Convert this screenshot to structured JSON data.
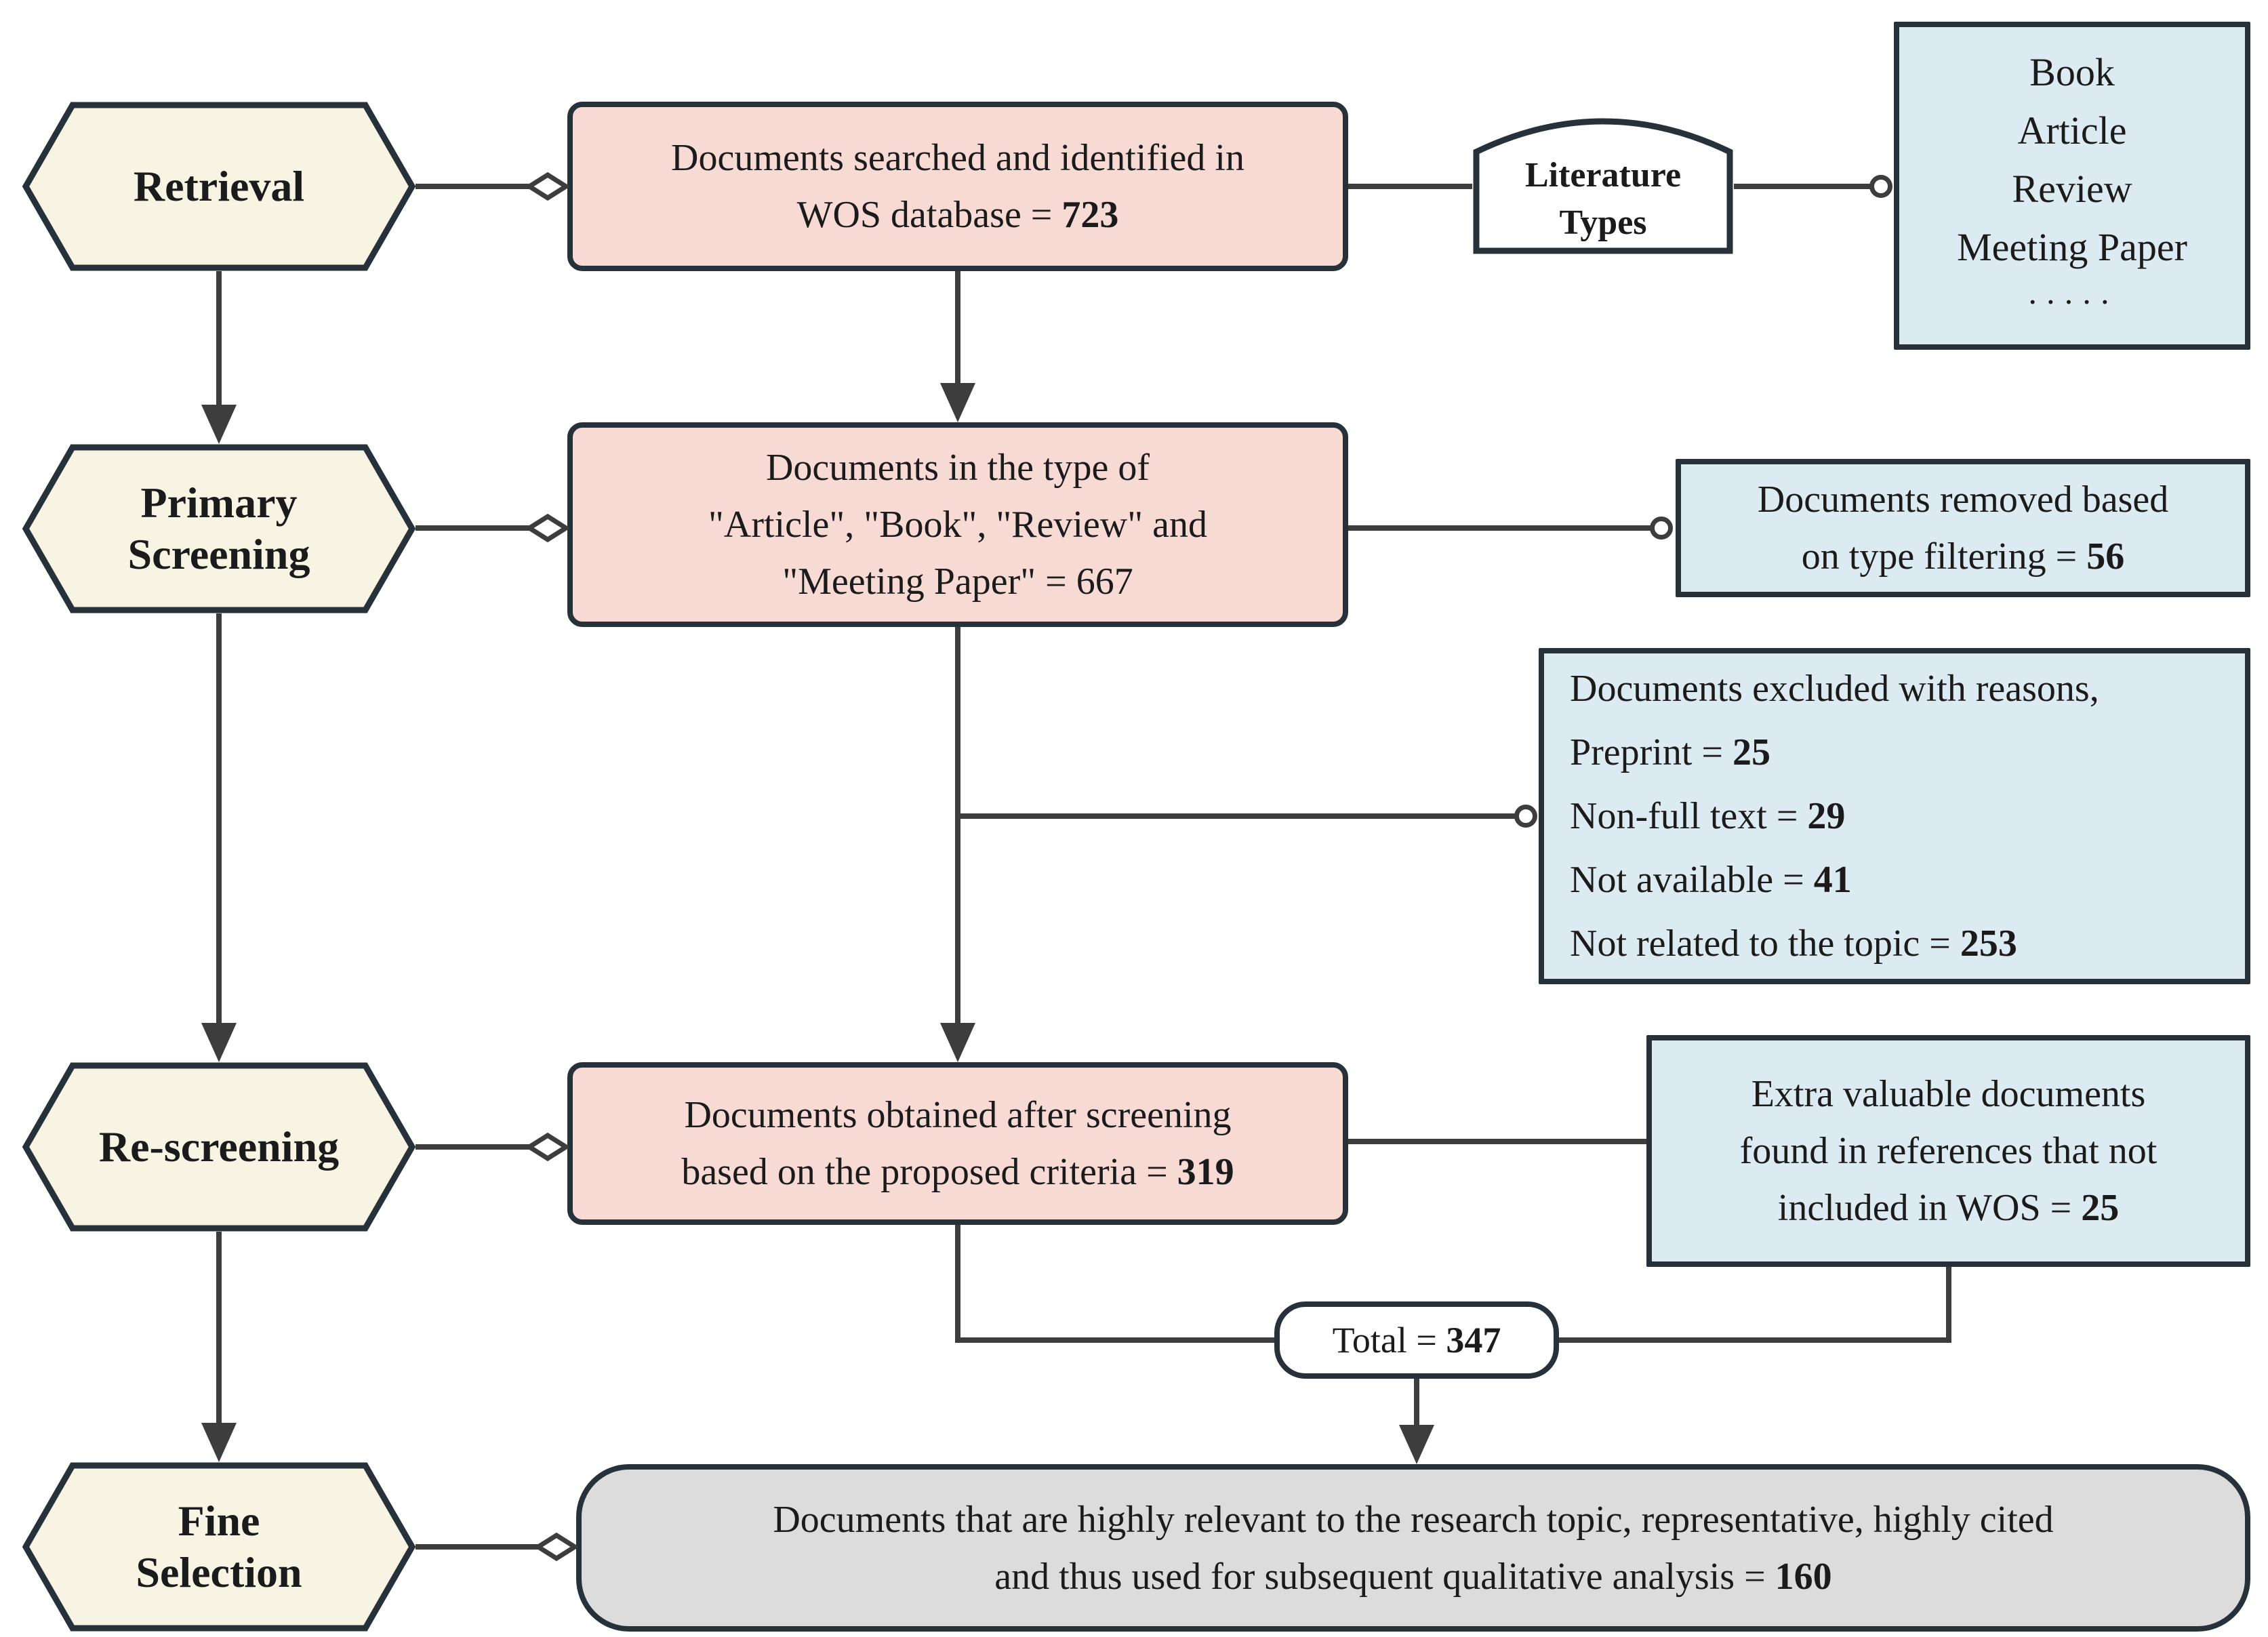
{
  "colors": {
    "cream": "#f8f4e3",
    "pink": "#f7dad4",
    "blue": "#dceaf2",
    "gray": "#dcdcdc",
    "line": "#3d3d3d",
    "border": "#27313a"
  },
  "stages": [
    {
      "lines": [
        "Retrieval"
      ]
    },
    {
      "lines": [
        "Primary",
        "Screening"
      ]
    },
    {
      "lines": [
        "Re-screening"
      ]
    },
    {
      "lines": [
        "Fine",
        "Selection"
      ]
    }
  ],
  "flow": {
    "searched": {
      "line1": "Documents searched and identified in",
      "line2_prefix": "WOS database = ",
      "value": "723"
    },
    "littypes": {
      "line1": "Literature",
      "line2": "Types"
    },
    "types_list": {
      "items": [
        "Book",
        "Article",
        "Review",
        "Meeting Paper"
      ],
      "dots": "·····"
    },
    "filtered": {
      "line1": "Documents in the type of",
      "line2": "\"Article\", \"Book\", \"Review\" and",
      "line3_prefix": "\"Meeting Paper\" = ",
      "value": "667"
    },
    "removed": {
      "line1": "Documents removed based",
      "line2_prefix": "on type filtering =  ",
      "value": "56"
    },
    "excluded": {
      "header": "Documents excluded with reasons,",
      "items": [
        {
          "label": "Preprint = ",
          "value": "25"
        },
        {
          "label": "Non-full text = ",
          "value": "29"
        },
        {
          "label": "Not available = ",
          "value": "41"
        },
        {
          "label": "Not related to the topic = ",
          "value": "253"
        }
      ]
    },
    "screened": {
      "line1": "Documents obtained after screening",
      "line2_prefix": "based on the proposed criteria = ",
      "value": "319"
    },
    "extra": {
      "line1": "Extra valuable documents",
      "line2": "found in references that not",
      "line3_prefix": "included in WOS = ",
      "value": "25"
    },
    "total": {
      "prefix": "Total = ",
      "value": "347"
    },
    "final": {
      "line1": "Documents that are highly relevant to the research topic, representative, highly cited",
      "line2_prefix": "and thus used for subsequent qualitative analysis = ",
      "value": "160"
    }
  }
}
